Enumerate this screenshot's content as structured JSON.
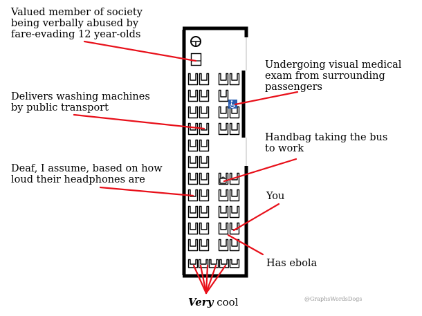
{
  "annotations": {
    "valued_member": "Valued member of society\nbeing verbally abused by\nfare-evading 12 year-olds",
    "medical_exam": "Undergoing visual medical\nexam from surrounding\npassengers",
    "washing_machines": "Delivers washing machines\nby public transport",
    "handbag": "Handbag taking the bus\nto work",
    "deaf": "Deaf, I assume, based on how\nloud their headphones are",
    "you": "You",
    "ebola": "Has ebola",
    "very_cool_emphasis": "Very",
    "very_cool_rest": "cool"
  },
  "credit": "@GraphsWordsDogs",
  "colors": {
    "arrow": "#e8101a",
    "bus_outline": "#000000",
    "wheelchair_sign": "#2a5db0"
  },
  "icons": [
    "steering-wheel-icon",
    "wheelchair-icon",
    "handbag-icon"
  ]
}
